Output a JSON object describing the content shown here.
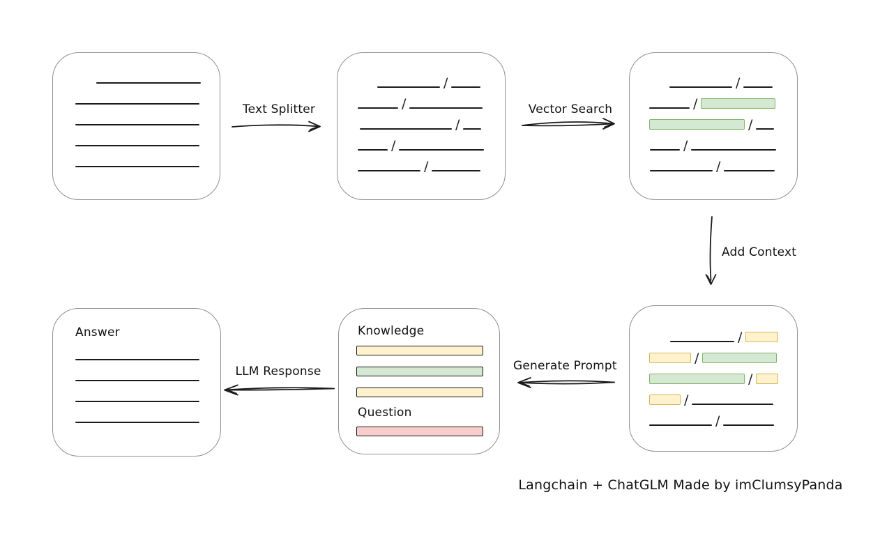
{
  "caption": "Langchain + ChatGLM Made by imClumsyPanda",
  "colors": {
    "background": "#ffffff",
    "box_border": "#8f8f8f",
    "ink": "#1b1b1b",
    "green_fill": "#d5e8d4",
    "green_stroke": "#82b366",
    "yellow_fill": "#fff2cc",
    "yellow_stroke": "#d6b656",
    "red_fill": "#f8cecc",
    "red_stroke": "#b85450"
  },
  "arrows": {
    "text_splitter": {
      "label": "Text Splitter",
      "direction": "right"
    },
    "vector_search": {
      "label": "Vector Search",
      "direction": "right"
    },
    "add_context": {
      "label": "Add Context",
      "direction": "down"
    },
    "generate_prompt": {
      "label": "Generate Prompt",
      "direction": "left"
    },
    "llm_response": {
      "label": "LLM Response",
      "direction": "left"
    }
  },
  "nodes": {
    "document": {
      "rows": [
        {
          "indent": 62,
          "segs": [
            {
              "t": "line",
              "w": 150
            }
          ]
        },
        {
          "indent": 32,
          "segs": [
            {
              "t": "line",
              "w": 178
            }
          ]
        },
        {
          "indent": 32,
          "segs": [
            {
              "t": "line",
              "w": 178
            }
          ]
        },
        {
          "indent": 32,
          "segs": [
            {
              "t": "line",
              "w": 178
            }
          ]
        },
        {
          "indent": 32,
          "segs": [
            {
              "t": "line",
              "w": 178
            }
          ]
        }
      ]
    },
    "chunks": {
      "rows": [
        {
          "indent": 57,
          "segs": [
            {
              "t": "line",
              "w": 90
            },
            {
              "t": "slash"
            },
            {
              "t": "line",
              "w": 42
            }
          ]
        },
        {
          "indent": 29,
          "segs": [
            {
              "t": "line",
              "w": 58
            },
            {
              "t": "slash"
            },
            {
              "t": "line",
              "w": 105
            }
          ]
        },
        {
          "indent": 32,
          "segs": [
            {
              "t": "line",
              "w": 132
            },
            {
              "t": "slash"
            },
            {
              "t": "line",
              "w": 26
            }
          ]
        },
        {
          "indent": 29,
          "segs": [
            {
              "t": "line",
              "w": 43
            },
            {
              "t": "slash"
            },
            {
              "t": "line",
              "w": 122
            }
          ]
        },
        {
          "indent": 29,
          "segs": [
            {
              "t": "line",
              "w": 90
            },
            {
              "t": "slash"
            },
            {
              "t": "line",
              "w": 70
            }
          ]
        }
      ]
    },
    "search_result": {
      "rows": [
        {
          "indent": 57,
          "segs": [
            {
              "t": "line",
              "w": 90
            },
            {
              "t": "slash"
            },
            {
              "t": "line",
              "w": 42
            }
          ]
        },
        {
          "indent": 28,
          "segs": [
            {
              "t": "line",
              "w": 58
            },
            {
              "t": "slash"
            },
            {
              "t": "chip",
              "c": "green",
              "w": 107
            }
          ]
        },
        {
          "indent": 28,
          "segs": [
            {
              "t": "chip",
              "c": "green",
              "w": 137
            },
            {
              "t": "slash"
            },
            {
              "t": "line",
              "w": 26
            }
          ]
        },
        {
          "indent": 29,
          "segs": [
            {
              "t": "line",
              "w": 43
            },
            {
              "t": "slash"
            },
            {
              "t": "line",
              "w": 122
            }
          ]
        },
        {
          "indent": 29,
          "segs": [
            {
              "t": "line",
              "w": 90
            },
            {
              "t": "slash"
            },
            {
              "t": "line",
              "w": 73
            }
          ]
        }
      ]
    },
    "context_result": {
      "rows": [
        {
          "indent": 58,
          "segs": [
            {
              "t": "line",
              "w": 92
            },
            {
              "t": "slash"
            },
            {
              "t": "chip",
              "c": "yellow",
              "w": 47
            }
          ]
        },
        {
          "indent": 28,
          "segs": [
            {
              "t": "chip",
              "c": "yellow",
              "w": 60
            },
            {
              "t": "slash"
            },
            {
              "t": "chip",
              "c": "green",
              "w": 107
            }
          ]
        },
        {
          "indent": 28,
          "segs": [
            {
              "t": "chip",
              "c": "green",
              "w": 137
            },
            {
              "t": "slash"
            },
            {
              "t": "chip",
              "c": "yellow",
              "w": 32
            }
          ]
        },
        {
          "indent": 28,
          "segs": [
            {
              "t": "chip",
              "c": "yellow",
              "w": 45
            },
            {
              "t": "slash"
            },
            {
              "t": "line",
              "w": 117
            }
          ]
        },
        {
          "indent": 28,
          "segs": [
            {
              "t": "line",
              "w": 90
            },
            {
              "t": "slash"
            },
            {
              "t": "line",
              "w": 73
            }
          ]
        }
      ]
    },
    "prompt": {
      "knowledge_label": "Knowledge",
      "question_label": "Question",
      "knowledge_bars": [
        "yellow",
        "green",
        "yellow"
      ],
      "question_bars": [
        "red"
      ]
    },
    "answer": {
      "title": "Answer",
      "rows": [
        {
          "indent": 32,
          "segs": [
            {
              "t": "line",
              "w": 178
            }
          ]
        },
        {
          "indent": 32,
          "segs": [
            {
              "t": "line",
              "w": 178
            }
          ]
        },
        {
          "indent": 32,
          "segs": [
            {
              "t": "line",
              "w": 178
            }
          ]
        },
        {
          "indent": 32,
          "segs": [
            {
              "t": "line",
              "w": 178
            }
          ]
        }
      ]
    }
  }
}
